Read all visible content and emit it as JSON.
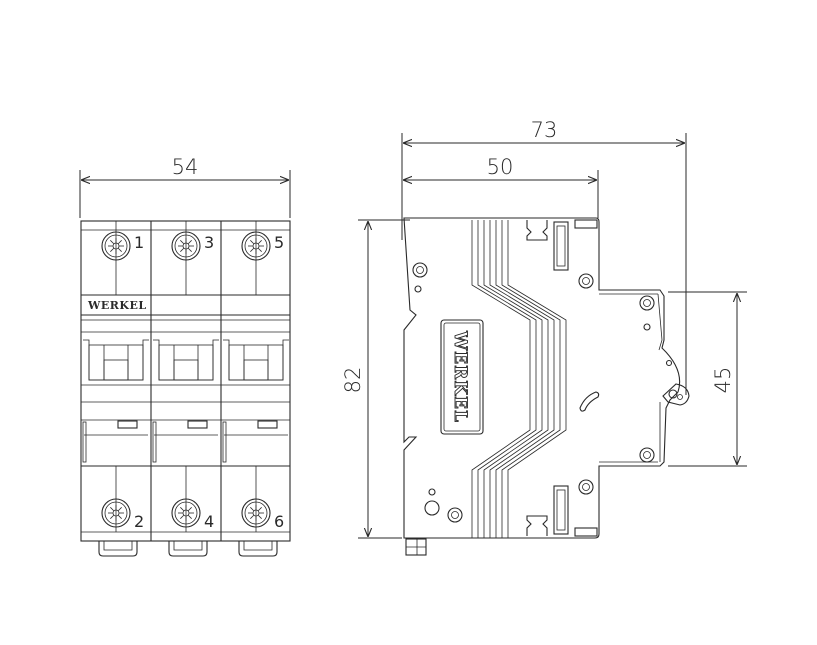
{
  "brand": "WERKEL",
  "dimensions": {
    "front_width": "54",
    "side_total_depth": "73",
    "side_body_depth": "50",
    "height": "82",
    "rail_height": "45"
  },
  "terminals": {
    "top": [
      "1",
      "3",
      "5"
    ],
    "bottom": [
      "2",
      "4",
      "6"
    ]
  },
  "line_color": "#2a2a2a"
}
